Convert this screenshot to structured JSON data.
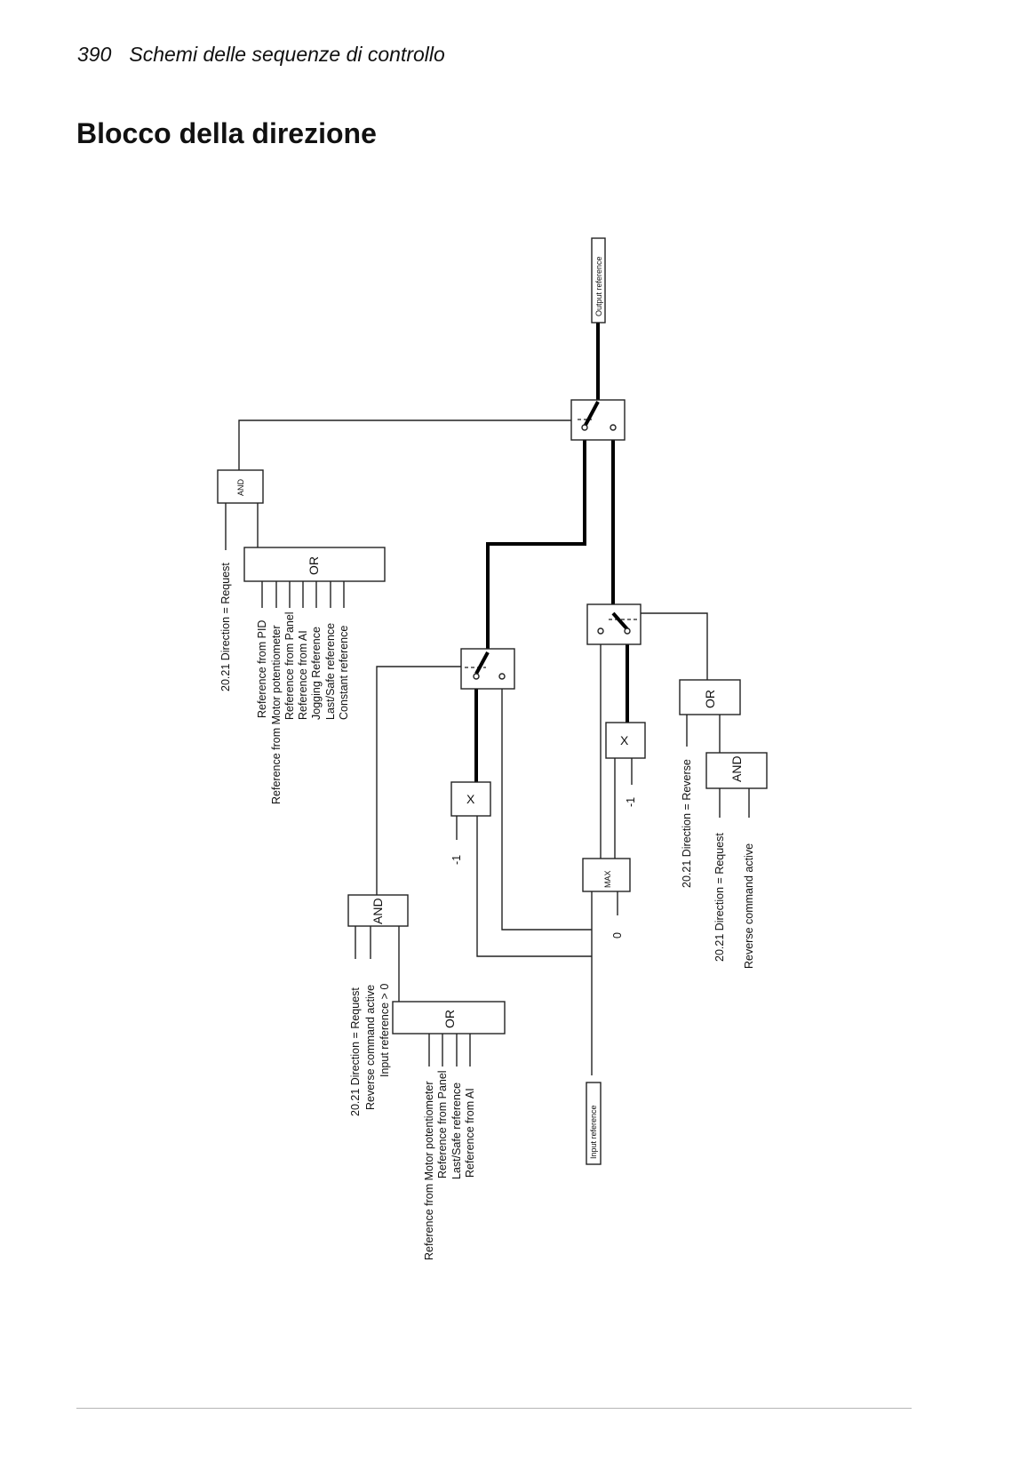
{
  "header": {
    "page_number": "390",
    "section": "Schemi delle sequenze di controllo"
  },
  "title": "Blocco della direzione",
  "diagram": {
    "output_reference": "Output reference",
    "input_reference": "Input reference",
    "top_and": "AND",
    "top_or": "OR",
    "top_request": "20.21 Direction = Request",
    "top_or_inputs": [
      "Reference from PID",
      "Reference from Motor potentiometer",
      "Reference from Panel",
      "Reference from AI",
      "Jogging Reference",
      "Last/Safe reference",
      "Constant reference"
    ],
    "mid_and": "AND",
    "mid_and_inputs": [
      "20.21 Direction = Request",
      "Reverse command active",
      "Input reference > 0"
    ],
    "mid_or": "OR",
    "mid_or_inputs": [
      "Reference from Motor potentiometer",
      "Reference from Panel",
      "Last/Safe reference",
      "Reference from AI"
    ],
    "mult_left": "X",
    "mult_left_const": "-1",
    "mult_right": "X",
    "mult_right_const": "-1",
    "max_block": "MAX",
    "max_const": "0",
    "right_or": "OR",
    "right_or_input": "20.21 Direction = Reverse",
    "right_and": "AND",
    "right_and_inputs": [
      "20.21 Direction = Request",
      "Reverse command active"
    ]
  }
}
